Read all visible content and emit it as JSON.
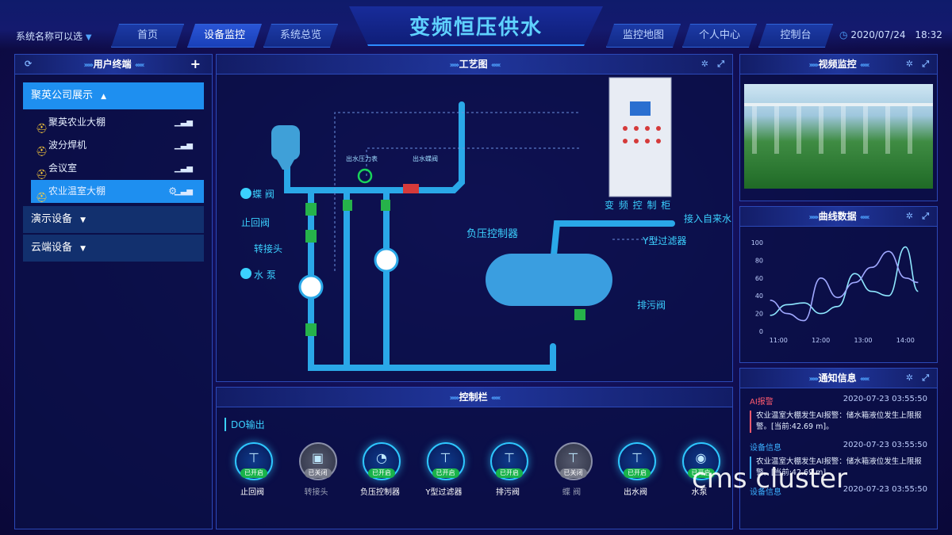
{
  "header": {
    "system_name": "系统名称可以选",
    "title": "变频恒压供水",
    "date": "2020/07/24",
    "time": "18:32",
    "tabs": [
      "首页",
      "设备监控",
      "系统总览",
      "监控地图",
      "个人中心",
      "控制台"
    ]
  },
  "left_panel": {
    "title": "用户终端",
    "groups": [
      {
        "label": "聚英公司展示",
        "expanded": true,
        "items": [
          "聚英农业大棚",
          "波分焊机",
          "会议室",
          "农业温室大棚"
        ]
      },
      {
        "label": "演示设备",
        "expanded": false
      },
      {
        "label": "云端设备",
        "expanded": false
      }
    ]
  },
  "process": {
    "title": "工艺图",
    "legend": [
      "蝶 阀",
      "止回阀",
      "转接头",
      "水 泵"
    ],
    "labels": {
      "pressure_gauge": "出水压力表",
      "outlet_valve": "出水蝶阀",
      "cabinet": "变 频 控 制 柜",
      "tap_water": "接入自来水",
      "negative_controller": "负压控制器",
      "y_filter": "Y型过滤器",
      "drain_valve": "排污阀"
    }
  },
  "control": {
    "title": "控制栏",
    "section": "DO输出",
    "buttons": [
      {
        "name": "止回阀",
        "status": "已开启",
        "on": true,
        "icon": "check-valve-icon"
      },
      {
        "name": "转接头",
        "status": "已关闭",
        "on": false,
        "icon": "adapter-icon"
      },
      {
        "name": "负压控制器",
        "status": "已开启",
        "on": true,
        "icon": "gauge-icon"
      },
      {
        "name": "Y型过滤器",
        "status": "已开启",
        "on": true,
        "icon": "valve-icon"
      },
      {
        "name": "排污阀",
        "status": "已开启",
        "on": true,
        "icon": "valve-icon"
      },
      {
        "name": "蝶 阀",
        "status": "已关闭",
        "on": false,
        "icon": "valve-icon"
      },
      {
        "name": "出水阀",
        "status": "已开启",
        "on": true,
        "icon": "valve-icon"
      },
      {
        "name": "水泵",
        "status": "已开启",
        "on": true,
        "icon": "pump-icon"
      }
    ]
  },
  "video": {
    "title": "视频监控"
  },
  "curve": {
    "title": "曲线数据"
  },
  "notices": {
    "title": "通知信息",
    "items": [
      {
        "type": "AI报警",
        "time": "2020-07-23 03:55:50",
        "message": "农业温室大棚发生AI报警：储水箱液位发生上限报警。[当前:42.69 m]。",
        "color": "#ff5a6e"
      },
      {
        "type": "设备信息",
        "time": "2020-07-23 03:55:50",
        "message": "农业温室大棚发生AI报警：储水箱液位发生上限报警。[当前:42.69 m]",
        "color": "#3bb0ff"
      },
      {
        "type": "设备信息",
        "time": "2020-07-23 03:55:50",
        "message": "",
        "color": "#3bb0ff"
      }
    ]
  },
  "watermark": "cms cluster",
  "chart_data": {
    "type": "line",
    "x": [
      "11:00",
      "12:00",
      "13:00",
      "14:00"
    ],
    "yticks": [
      0,
      20,
      40,
      60,
      80,
      100
    ],
    "ylim": [
      0,
      100
    ],
    "series": [
      {
        "values": [
          [
            10.8,
            18
          ],
          [
            11.2,
            30
          ],
          [
            11.6,
            32
          ],
          [
            12.0,
            20
          ],
          [
            12.4,
            28
          ],
          [
            12.8,
            65
          ],
          [
            13.2,
            45
          ],
          [
            13.6,
            40
          ],
          [
            14.0,
            95
          ],
          [
            14.3,
            45
          ]
        ],
        "color": "#8fe8ff"
      },
      {
        "values": [
          [
            10.8,
            35
          ],
          [
            11.2,
            20
          ],
          [
            11.6,
            12
          ],
          [
            12.0,
            60
          ],
          [
            12.4,
            38
          ],
          [
            12.8,
            55
          ],
          [
            13.2,
            72
          ],
          [
            13.6,
            90
          ],
          [
            14.0,
            60
          ],
          [
            14.3,
            55
          ]
        ],
        "color": "#a0a8ff"
      }
    ]
  }
}
